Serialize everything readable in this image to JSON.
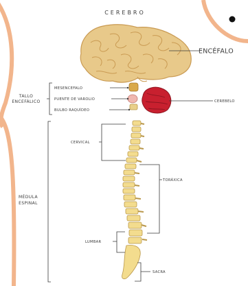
{
  "diagram": {
    "title": "CEREBRO",
    "labels": {
      "encefalo": "ENCÉFALO",
      "tallo_encefalico": [
        "TALLO",
        "ENCEFÁLICO"
      ],
      "mesencefalo": "MESENCEFALO",
      "puente_de_varolio": "PUENTE DE VAROLIO",
      "bulbo_raquideo": "BULBO RAQUÍDEO",
      "cerebelo": "CEREBELO",
      "cervical": "CERVICAL",
      "toraxica": "TORÁXICA",
      "medula_espinal": [
        "MÉDULA",
        "ESPINAL"
      ],
      "lumbar": "LUMBAR",
      "sacra": "SACRA"
    }
  },
  "colors": {
    "accent_orange": "#f2b58c",
    "brain": "#e8c98a",
    "brain_shadow": "#c99a52",
    "cerebellum": "#c8202f",
    "vertebra": "#f3dc8e",
    "line": "#3a3a3a"
  }
}
